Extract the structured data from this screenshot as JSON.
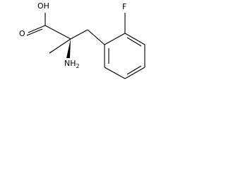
{
  "molecule": {
    "atoms": {
      "hydroxyl": "OH",
      "carbonyl_oxygen": "O",
      "amine_n": "NH",
      "amine_sub": "2",
      "fluorine": "F"
    }
  }
}
